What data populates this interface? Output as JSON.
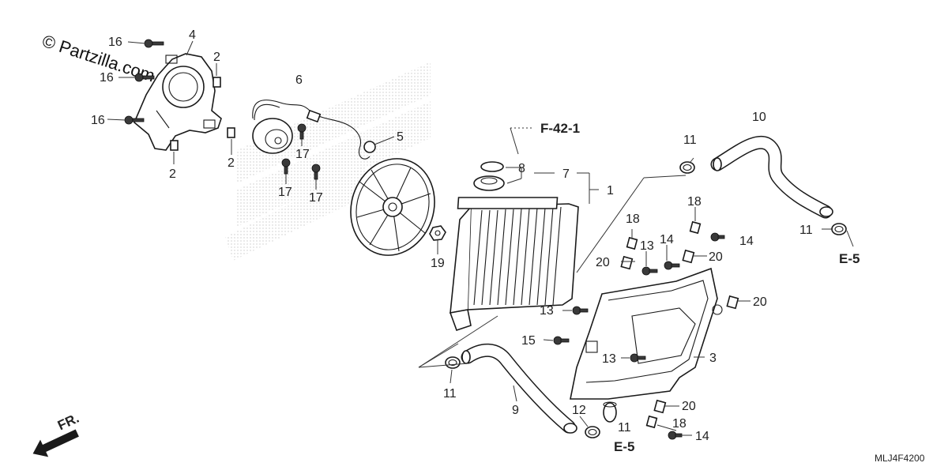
{
  "watermark": "© Partzilla.com",
  "diagram_code": "MLJ4F4200",
  "direction_label": "FR.",
  "references": {
    "f42": "F-42-1",
    "e5_top": "E-5",
    "e5_bottom": "E-5"
  },
  "callouts": {
    "c1": "1",
    "c2a": "2",
    "c2b": "2",
    "c2c": "2",
    "c3": "3",
    "c4": "4",
    "c5": "5",
    "c6": "6",
    "c7": "7",
    "c8": "8",
    "c9": "9",
    "c10": "10",
    "c11a": "11",
    "c11b": "11",
    "c11c": "11",
    "c11d": "11",
    "c12": "12",
    "c13a": "13",
    "c13b": "13",
    "c13c": "13",
    "c14a": "14",
    "c14b": "14",
    "c14c": "14",
    "c15": "15",
    "c16a": "16",
    "c16b": "16",
    "c16c": "16",
    "c17a": "17",
    "c17b": "17",
    "c17c": "17",
    "c18a": "18",
    "c18b": "18",
    "c18c": "18",
    "c19": "19",
    "c20a": "20",
    "c20b": "20",
    "c20c": "20",
    "c20d": "20"
  },
  "colors": {
    "ink": "#1a1a1a",
    "watermark": "#b0b0b0",
    "background": "#ffffff"
  },
  "icons": [
    "bolt-icon",
    "clamp-icon",
    "direction-arrow-icon"
  ]
}
